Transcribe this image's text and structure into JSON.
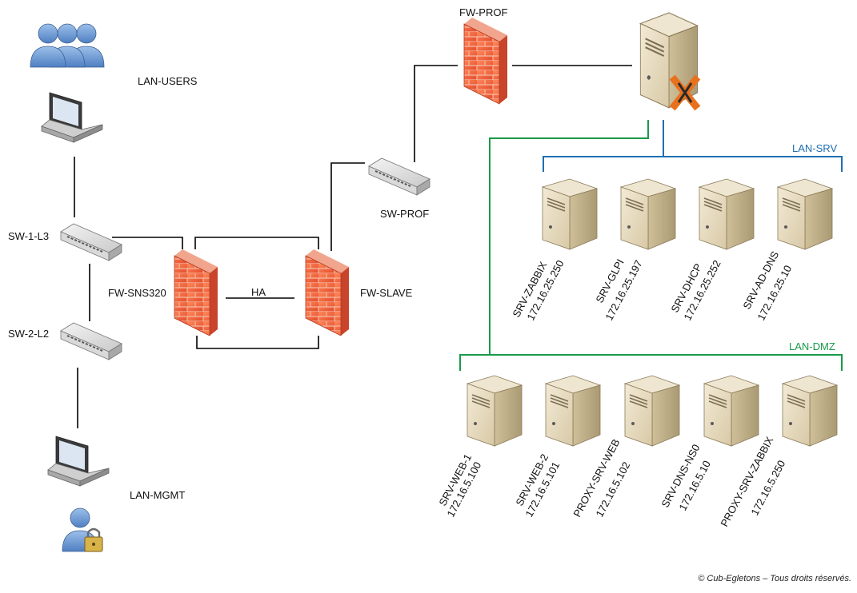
{
  "colors": {
    "lan_srv": "#1f6fb2",
    "lan_dmz": "#1a9a4a",
    "firewall": "#e8553a",
    "server": "#e7dcc3"
  },
  "labels": {
    "lan_users": "LAN-USERS",
    "lan_mgmt": "LAN-MGMT",
    "sw1": "SW-1-L3",
    "sw2": "SW-2-L2",
    "fw_sns": "FW-SNS320",
    "ha": "HA",
    "fw_slave": "FW-SLAVE",
    "sw_prof": "SW-PROF",
    "fw_prof": "FW-PROF",
    "lan_srv": "LAN-SRV",
    "lan_dmz": "LAN-DMZ"
  },
  "srv_servers": [
    {
      "name": "SRV-ZABBIX",
      "ip": "172.16.25.250"
    },
    {
      "name": "SRV-GLPI",
      "ip": "172.16.25.197"
    },
    {
      "name": "SRV-DHCP",
      "ip": "172.16.25.252"
    },
    {
      "name": "SRV-AD-DNS",
      "ip": "172.16.25.10"
    }
  ],
  "dmz_servers": [
    {
      "name": "SRV-WEB-1",
      "ip": "172.16.5.100"
    },
    {
      "name": "SRV-WEB-2",
      "ip": "172.16.5.101"
    },
    {
      "name": "PROXY-SRV-WEB",
      "ip": "172.16.5.102"
    },
    {
      "name": "SRV-DNS-NS0",
      "ip": "172.16.5.10"
    },
    {
      "name": "PROXY-SRV-ZABBIX",
      "ip": "172.16.5.250"
    }
  ],
  "copyright": "© Cub-Egletons – Tous droits réservés."
}
